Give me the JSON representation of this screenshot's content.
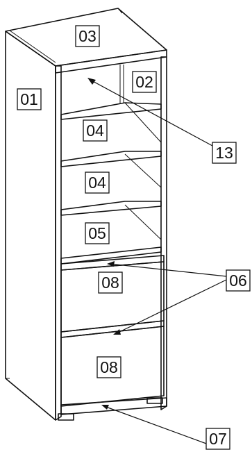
{
  "labels": {
    "top_panel": "03",
    "side_panel": "01",
    "back_panel": "02",
    "shelf_upper": "04",
    "shelf_middle": "04",
    "shelf_lower": "05",
    "drawer_upper": "08",
    "drawer_lower": "08",
    "callout_back": "13",
    "callout_rails": "06",
    "callout_plinth": "07"
  }
}
